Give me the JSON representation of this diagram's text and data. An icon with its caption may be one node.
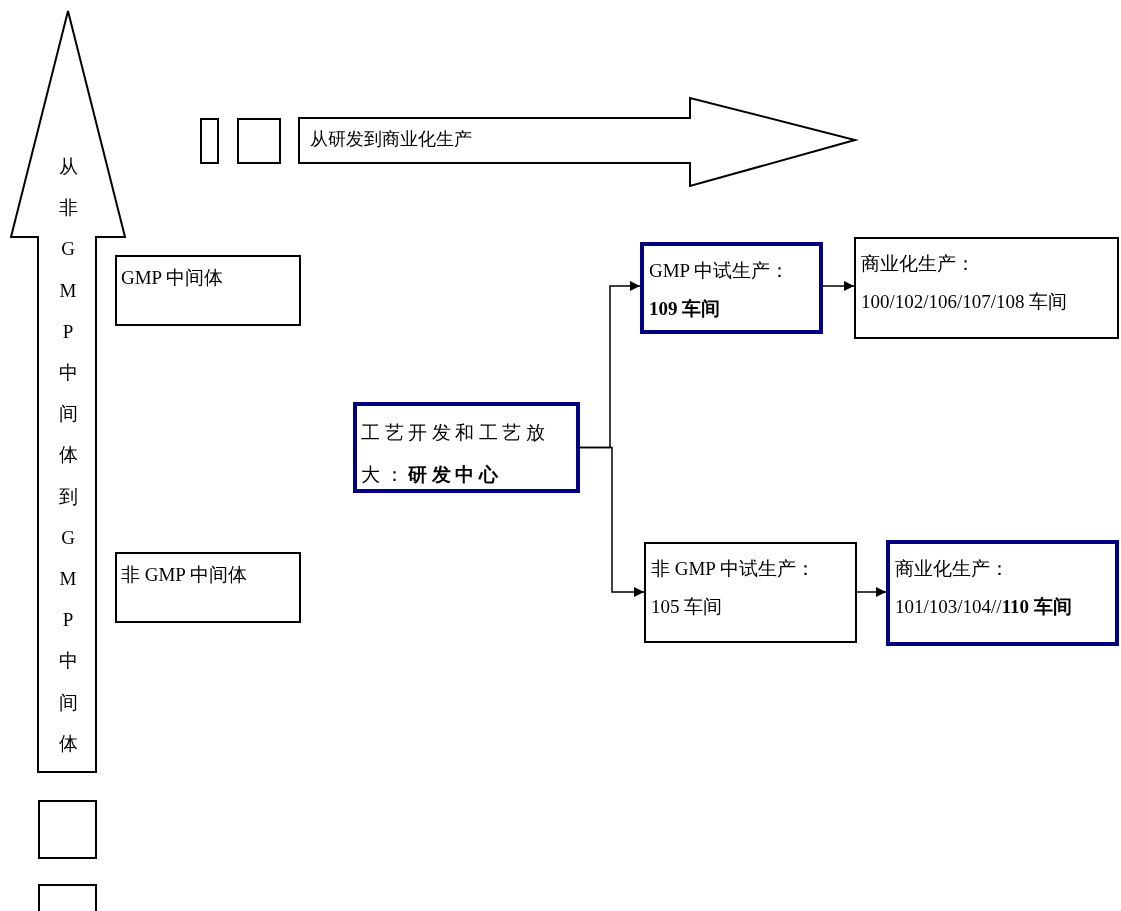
{
  "diagram": {
    "nodes": [
      {
        "text": [
          "从非GMP中间体到GMP中间体"
        ]
      },
      {
        "text": [],
        "shape": "box"
      },
      {
        "text": [],
        "shape": "box"
      },
      {
        "text": [
          "从研发到商业化生产"
        ]
      },
      {
        "text": [
          "GMP 中间体"
        ]
      },
      {
        "text": [
          "GMP 中试生产：**109 车间**"
        ]
      },
      {
        "text": [
          "商业化生产：100/102/106/107/108 车间"
        ]
      },
      {
        "text": [
          "工艺开发和工艺放大：**研发中心**"
        ]
      },
      {
        "text": [
          "非 GMP 中间体"
        ]
      },
      {
        "text": [
          "非 GMP 中试生产：105 车间"
        ]
      },
      {
        "text": [
          "商业化生产：101/103/104//**110 车间**"
        ]
      },
      {
        "text": [],
        "shape": "box"
      },
      {
        "text": [],
        "shape": "box"
      }
    ],
    "edges": [
      {
        "from": 7,
        "to": 5,
        "arrow": "to"
      },
      {
        "from": 7,
        "to": 9,
        "arrow": "to"
      },
      {
        "from": 5,
        "to": 6,
        "arrow": "to"
      },
      {
        "from": 9,
        "to": 10,
        "arrow": "to"
      }
    ]
  }
}
